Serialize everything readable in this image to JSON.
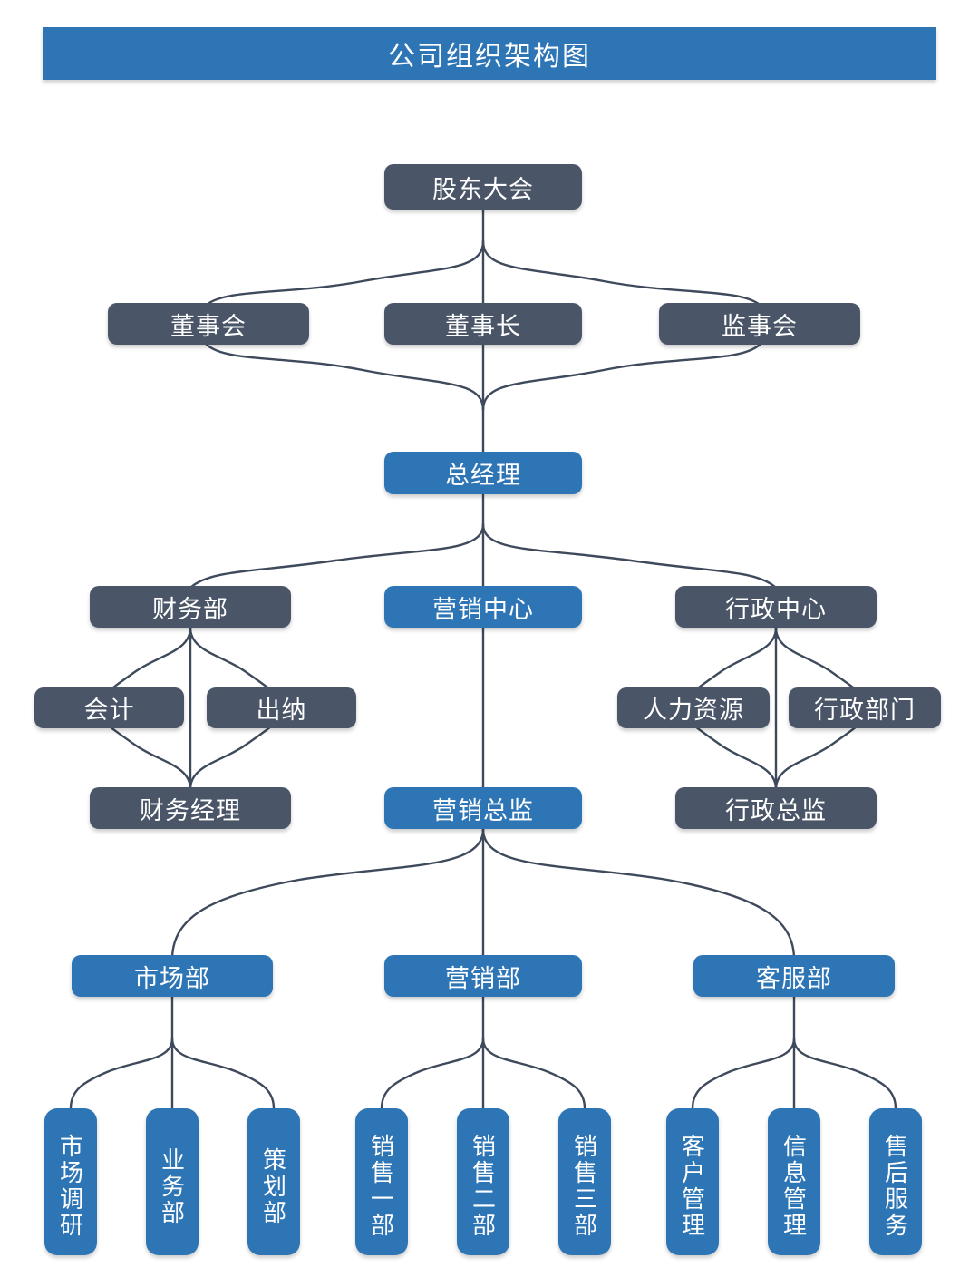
{
  "document": {
    "title": "公司组织架构图",
    "type": "organization-chart"
  },
  "theme": {
    "title_bar_color": "#2E75B6",
    "primary_blue": "#2E75B6",
    "secondary_gray": "#4A5568",
    "connector_color": "#3E4A5C",
    "text_color": "#FFFFFF",
    "background": "#FFFFFF"
  },
  "chart_data": {
    "type": "diagram",
    "title": "公司组织架构图",
    "levels": 7,
    "node_count": 25
  },
  "nodes": {
    "shareholders_meeting": {
      "label": "股东大会",
      "color": "gray"
    },
    "board_of_directors": {
      "label": "董事会",
      "color": "gray"
    },
    "chairman": {
      "label": "董事长",
      "color": "gray"
    },
    "board_of_supervisors": {
      "label": "监事会",
      "color": "gray"
    },
    "general_manager": {
      "label": "总经理",
      "color": "blue"
    },
    "finance_dept": {
      "label": "财务部",
      "color": "gray"
    },
    "marketing_center": {
      "label": "营销中心",
      "color": "blue"
    },
    "admin_center": {
      "label": "行政中心",
      "color": "gray"
    },
    "accounting": {
      "label": "会计",
      "color": "gray"
    },
    "cashier": {
      "label": "出纳",
      "color": "gray"
    },
    "human_resources": {
      "label": "人力资源",
      "color": "gray"
    },
    "admin_department": {
      "label": "行政部门",
      "color": "gray"
    },
    "finance_manager": {
      "label": "财务经理",
      "color": "gray"
    },
    "marketing_director": {
      "label": "营销总监",
      "color": "blue"
    },
    "admin_director": {
      "label": "行政总监",
      "color": "gray"
    },
    "market_dept": {
      "label": "市场部",
      "color": "blue"
    },
    "sales_dept": {
      "label": "营销部",
      "color": "blue"
    },
    "customer_service_dept": {
      "label": "客服部",
      "color": "blue"
    },
    "market_research": {
      "label": "市场调研",
      "color": "blue"
    },
    "business_dept": {
      "label": "业务部",
      "color": "blue"
    },
    "planning_dept": {
      "label": "策划部",
      "color": "blue"
    },
    "sales_team_1": {
      "label": "销售一部",
      "color": "blue"
    },
    "sales_team_2": {
      "label": "销售二部",
      "color": "blue"
    },
    "sales_team_3": {
      "label": "销售三部",
      "color": "blue"
    },
    "customer_management": {
      "label": "客户管理",
      "color": "blue"
    },
    "information_management": {
      "label": "信息管理",
      "color": "blue"
    },
    "after_sales_service": {
      "label": "售后服务",
      "color": "blue"
    }
  }
}
